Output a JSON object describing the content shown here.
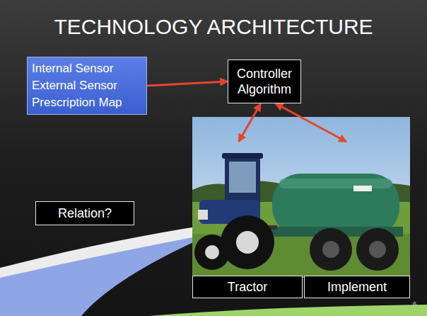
{
  "diagram": {
    "title": "TECHNOLOGY ARCHITECTURE",
    "nodes": [
      {
        "text": [
          "Internal Sensor",
          "External Sensor",
          "Prescription Map"
        ]
      },
      {
        "text": [
          "Controller Algorithm"
        ]
      },
      {
        "text": [
          "Relation?"
        ]
      },
      {
        "text": [
          "Tractor"
        ]
      },
      {
        "text": [
          "Implement"
        ]
      }
    ],
    "edges": [
      {
        "from": 0,
        "to": 1,
        "arrow": "to"
      },
      {
        "from": 1,
        "to": 3,
        "arrow": "both"
      },
      {
        "from": 1,
        "to": 4,
        "arrow": "both"
      }
    ],
    "labels": [
      "6"
    ]
  }
}
